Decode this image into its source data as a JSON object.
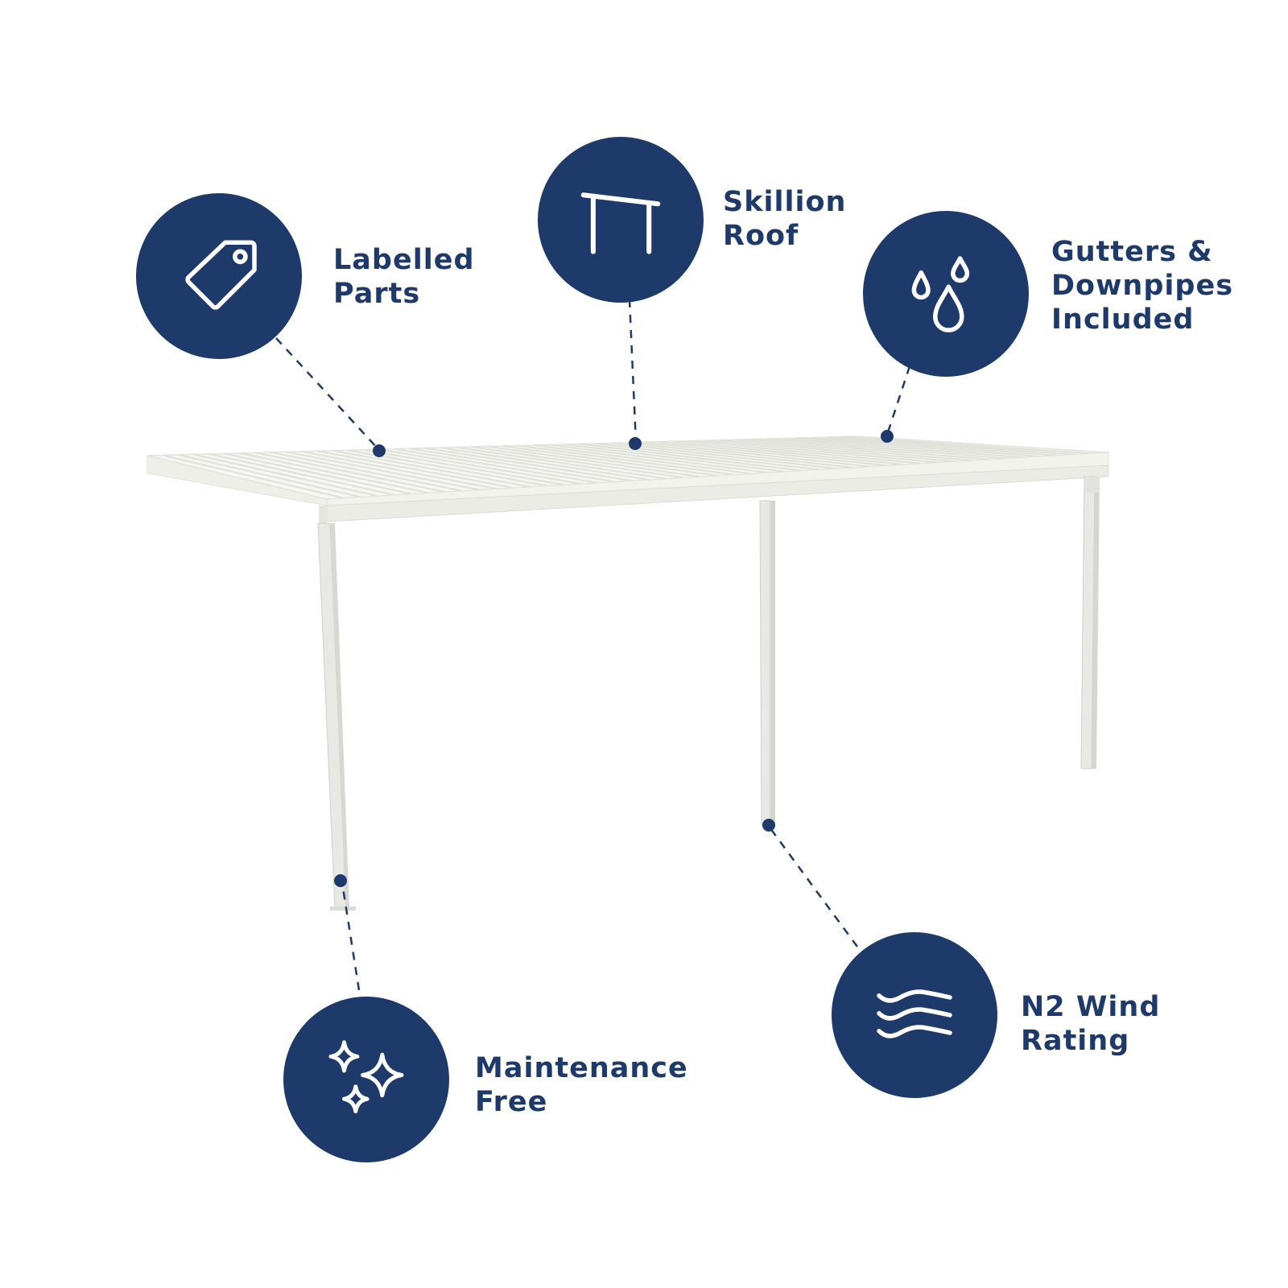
{
  "colors": {
    "brand": "#1e3a6a",
    "background": "#ffffff",
    "structure": "#eeeeea"
  },
  "features": [
    {
      "id": "labelled-parts",
      "icon": "price-tag-icon",
      "lines": [
        "Labelled",
        "Parts"
      ]
    },
    {
      "id": "skillion-roof",
      "icon": "skillion-roof-icon",
      "lines": [
        "Skillion",
        "Roof"
      ]
    },
    {
      "id": "gutters-downpipes",
      "icon": "water-drops-icon",
      "lines": [
        "Gutters  &",
        "Downpipes",
        "Included"
      ]
    },
    {
      "id": "maintenance-free",
      "icon": "sparkles-icon",
      "lines": [
        "Maintenance",
        "Free"
      ]
    },
    {
      "id": "wind-rating",
      "icon": "wind-waves-icon",
      "lines": [
        "N2 Wind",
        "Rating"
      ]
    }
  ]
}
